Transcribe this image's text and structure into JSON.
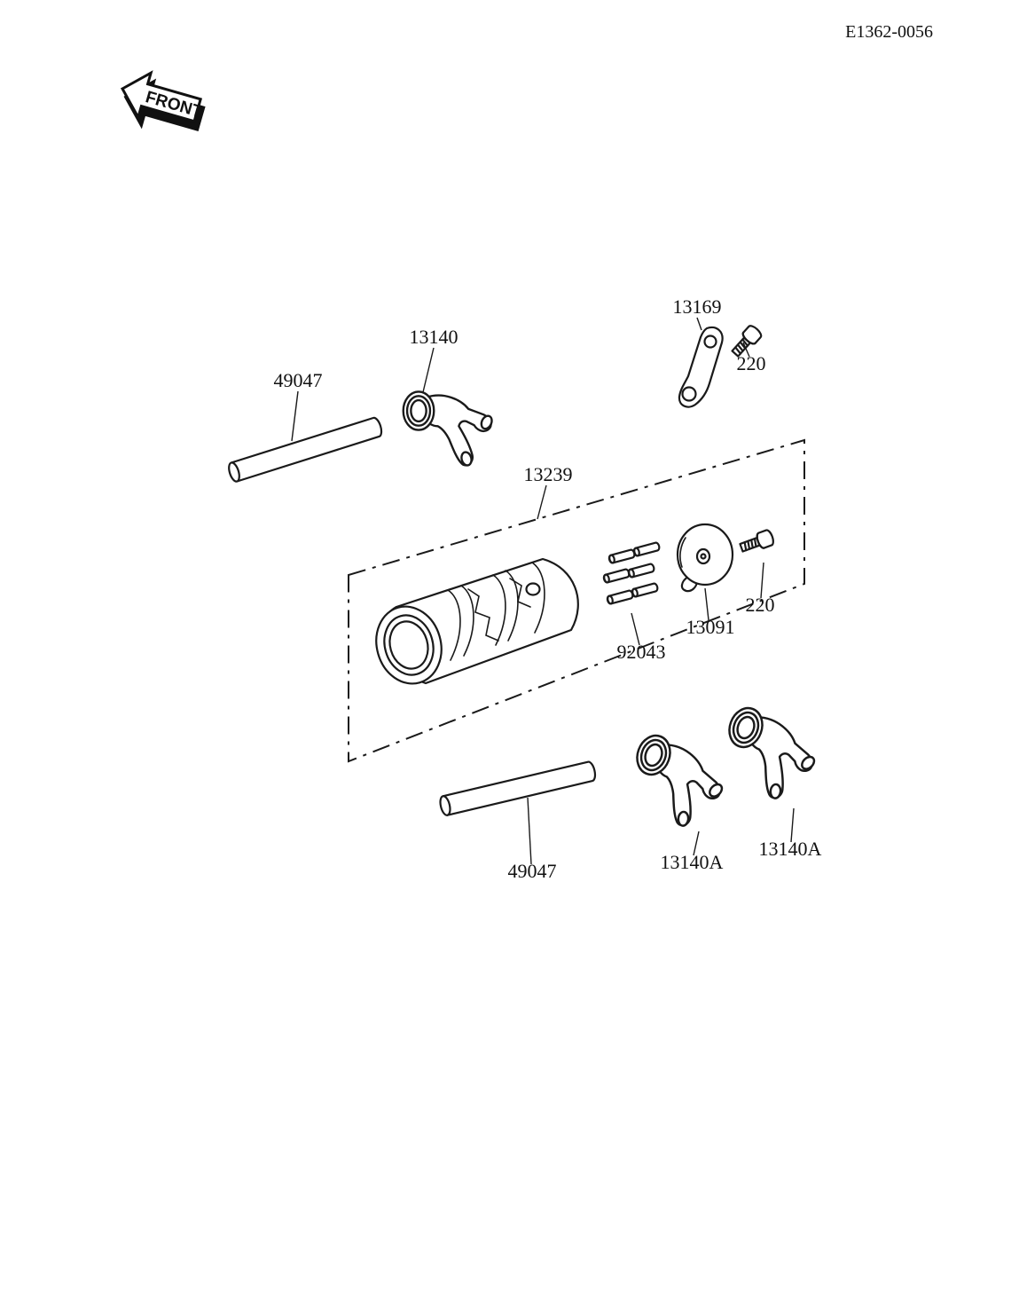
{
  "doc_code": "E1362-0056",
  "front_arrow": {
    "label": "FRONT"
  },
  "callouts": [
    {
      "text": "49047"
    },
    {
      "text": "13140"
    },
    {
      "text": "13169"
    },
    {
      "text": "220"
    },
    {
      "text": "13239"
    },
    {
      "text": "92043"
    },
    {
      "text": "13091"
    },
    {
      "text": "220"
    },
    {
      "text": "49047"
    },
    {
      "text": "13140A"
    },
    {
      "text": "13140A"
    }
  ],
  "colors": {
    "ink": "#1a1a1a",
    "paper": "#ffffff"
  }
}
